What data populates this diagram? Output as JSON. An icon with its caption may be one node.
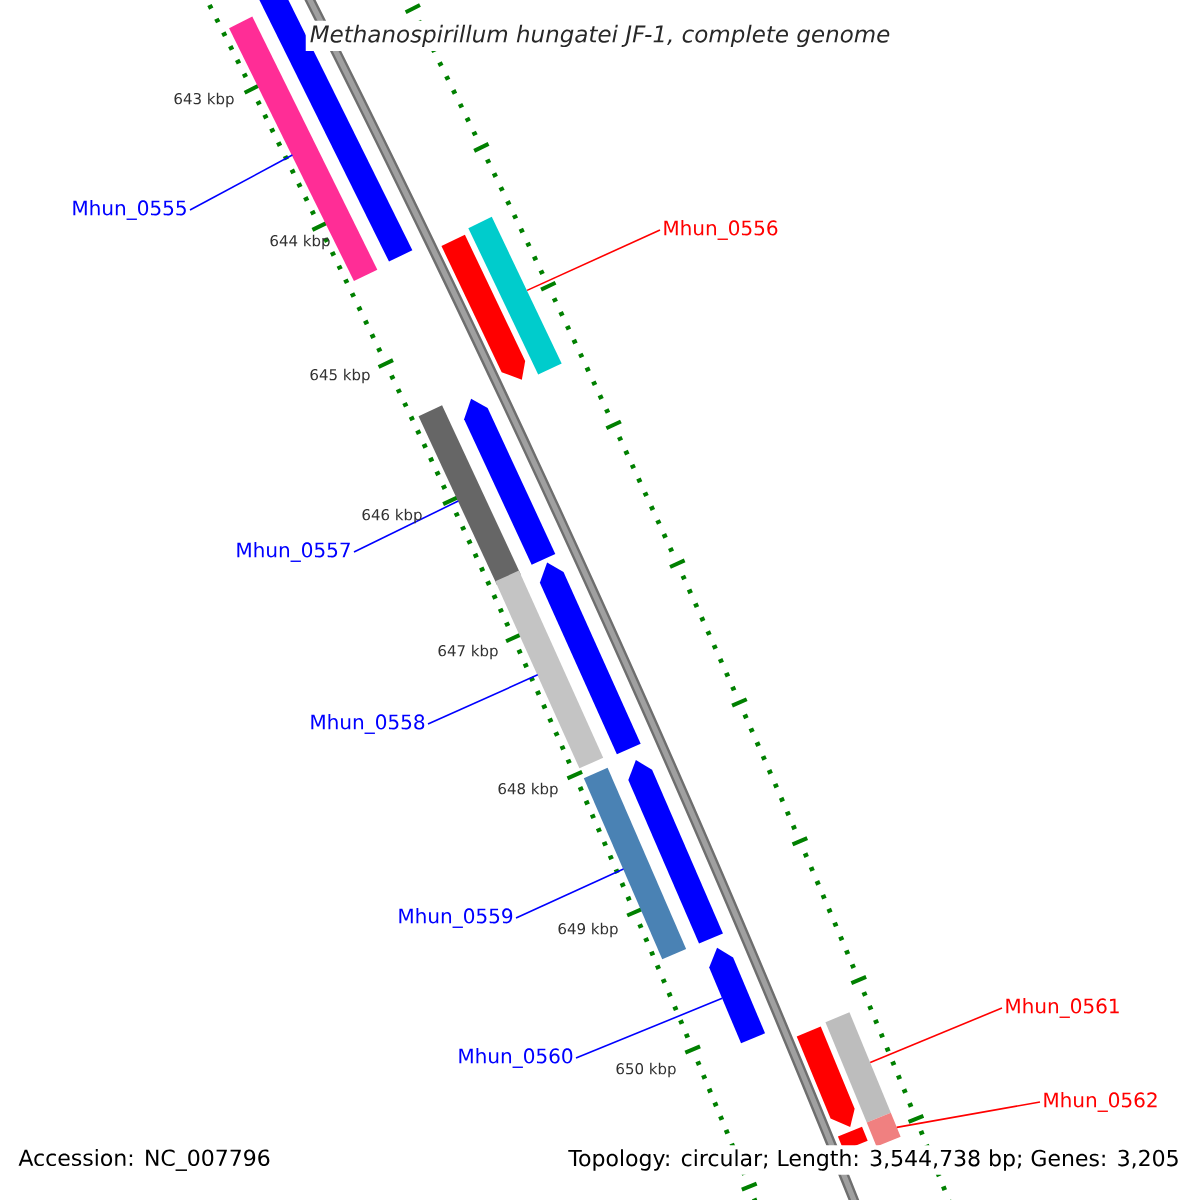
{
  "diagram": {
    "title": "Methanospirillum hungatei JF-1, complete genome",
    "nodes": [
      {
        "text": [
          "Mhun_0555"
        ]
      },
      {
        "text": [],
        "shape": "bar"
      },
      {
        "text": [
          "Mhun_0556"
        ]
      },
      {
        "text": [],
        "shape": "bar"
      },
      {
        "text": [
          "Mhun_0557"
        ]
      },
      {
        "text": [],
        "shape": "bar"
      },
      {
        "text": [
          "Mhun_0558"
        ]
      },
      {
        "text": [],
        "shape": "bar"
      },
      {
        "text": [
          "Mhun_0559"
        ]
      },
      {
        "text": [],
        "shape": "bar"
      },
      {
        "text": [
          "Mhun_0560"
        ]
      },
      {
        "text": [],
        "shape": "bar"
      },
      {
        "text": [
          "Mhun_0561"
        ]
      },
      {
        "text": [],
        "shape": "bar"
      },
      {
        "text": [
          "Mhun_0562"
        ]
      },
      {
        "text": [],
        "shape": "bar"
      },
      {
        "text": [],
        "shape": "bar"
      },
      {
        "text": [],
        "shape": "bar"
      },
      {
        "text": [],
        "shape": "bar"
      },
      {
        "text": [],
        "shape": "bar"
      },
      {
        "text": [],
        "shape": "bar"
      },
      {
        "text": [],
        "shape": "bar"
      },
      {
        "text": [],
        "shape": "bar"
      }
    ],
    "edges": [
      {
        "from": 0,
        "to": 1,
        "arrow": "none"
      },
      {
        "from": 2,
        "to": 3,
        "arrow": "none",
        "color": "#ff0000"
      },
      {
        "from": 4,
        "to": 5,
        "arrow": "none"
      },
      {
        "from": 6,
        "to": 7,
        "arrow": "none"
      },
      {
        "from": 8,
        "to": 9,
        "arrow": "none"
      },
      {
        "from": 10,
        "to": 11,
        "arrow": "none"
      },
      {
        "from": 12,
        "to": 13,
        "arrow": "none",
        "color": "#ff0000"
      },
      {
        "from": 14,
        "to": 15,
        "arrow": "none",
        "color": "#ff0000"
      }
    ],
    "labels": [
      "643 kbp",
      "644 kbp",
      "645 kbp",
      "646 kbp",
      "647 kbp",
      "648 kbp",
      "649 kbp",
      "650 kbp",
      "Accession: NC_007796",
      "Topology: circular; Length: 3,544,738 bp; Genes: 3,205"
    ]
  }
}
